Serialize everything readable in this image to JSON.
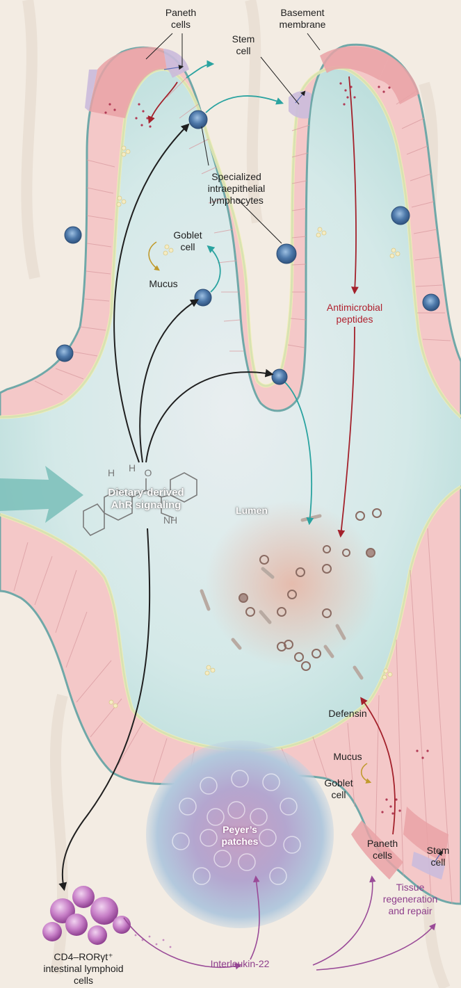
{
  "labels": {
    "paneth_top": [
      "Paneth",
      "cells"
    ],
    "basement": [
      "Basement",
      "membrane"
    ],
    "stem_top": [
      "Stem",
      "cell"
    ],
    "iel": [
      "Specialized",
      "intraepithelial",
      "lymphocytes"
    ],
    "goblet_top": [
      "Goblet",
      "cell"
    ],
    "mucus_top": "Mucus",
    "amp": [
      "Antimicrobial",
      "peptides"
    ],
    "ahr": [
      "Dietary-derived",
      "AhR signaling"
    ],
    "lumen": "Lumen",
    "defensin": "Defensin",
    "mucus_bottom": "Mucus",
    "goblet_bottom": [
      "Goblet",
      "cell"
    ],
    "paneth_bottom": [
      "Paneth",
      "cells"
    ],
    "stem_bottom": [
      "Stem",
      "cell"
    ],
    "peyer": [
      "Peyer’s",
      "patches"
    ],
    "tissue": [
      "Tissue",
      "regeneration",
      "and repair"
    ],
    "cd4": [
      "CD4–RORγt⁺",
      "intestinal lymphoid",
      "cells"
    ],
    "il22": "Interleukin-22",
    "molecule_atoms": [
      "H",
      "O",
      "NH",
      "H"
    ]
  },
  "colors": {
    "background": "#f3ece3",
    "epithelium": "#f4c8c8",
    "basement": "#6fa8a8",
    "lumen": "#cfe7e7",
    "paneth": "#e9a2a6",
    "stem": "#cbbbdc",
    "iel": "#5b84b3",
    "amp_arrow": "#a3212b",
    "signal_arrow": "#1f1f1f",
    "iel_arrow": "#2aa3a0",
    "il22_arrow": "#9a4b98",
    "mucus_arrow": "#c09a2d"
  }
}
